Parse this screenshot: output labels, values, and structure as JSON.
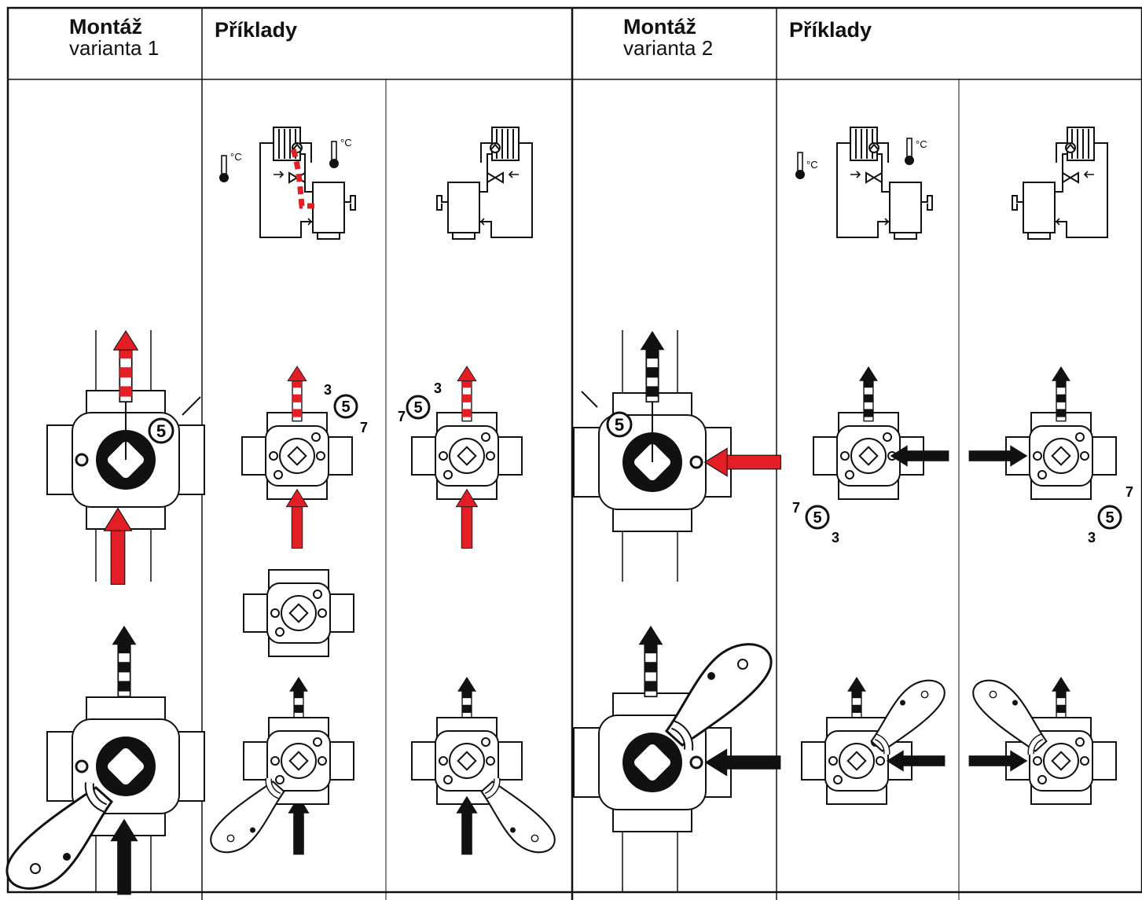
{
  "header": {
    "col1": {
      "title": "Montáž",
      "subtitle": "varianta 1"
    },
    "col2": {
      "title": "Příklady"
    },
    "col3": {
      "title": "Montáž",
      "subtitle": "varianta 2"
    },
    "col4": {
      "title": "Příklady"
    }
  },
  "schematic": {
    "temp_unit": "°C"
  },
  "callout": {
    "number": "5",
    "left": "3",
    "right": "7"
  },
  "colors": {
    "accent": "#e31e24",
    "ink": "#111111"
  }
}
